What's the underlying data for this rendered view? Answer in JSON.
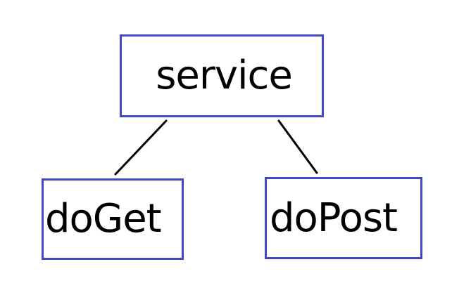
{
  "diagram": {
    "nodes": [
      {
        "id": "service",
        "label": "service"
      },
      {
        "id": "doGet",
        "label": "doGet"
      },
      {
        "id": "doPost",
        "label": "doPost"
      }
    ],
    "edges": [
      {
        "from": "service",
        "to": "doGet"
      },
      {
        "from": "service",
        "to": "doPost"
      }
    ]
  },
  "colors": {
    "node_border": "#4348c2",
    "edge_line": "#000000",
    "text": "#000000",
    "background": "#ffffff"
  }
}
